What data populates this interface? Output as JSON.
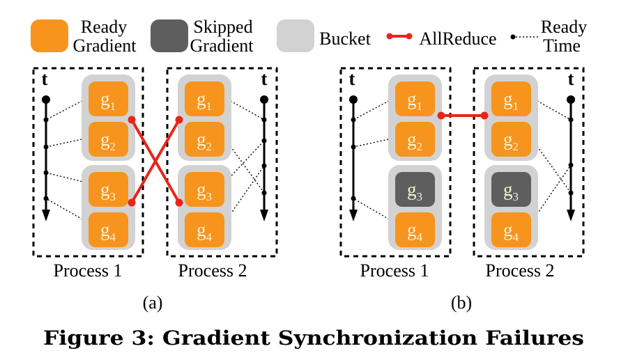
{
  "caption": "Figure 3: Gradient Synchronization Failures",
  "colors": {
    "ready_gradient": "#F7941D",
    "skipped_gradient": "#5E5E5E",
    "bucket": "#D2D2D2",
    "allreduce_red": "#E8251C",
    "ink": "#000000",
    "gradient_label": "#FBF2D5"
  },
  "legend": {
    "ready": {
      "line1": "Ready",
      "line2": "Gradient"
    },
    "skipped": {
      "line1": "Skipped",
      "line2": "Gradient"
    },
    "bucket": {
      "label": "Bucket"
    },
    "allreduce": {
      "label": "AllReduce"
    },
    "ready_time": {
      "line1": "Ready",
      "line2": "Time"
    }
  },
  "subfigure_a": {
    "tag": "(a)",
    "process1": {
      "label": "Process 1",
      "timeline_label": "t",
      "gradients": [
        {
          "base": "g",
          "sub": "1",
          "state": "ready"
        },
        {
          "base": "g",
          "sub": "2",
          "state": "ready"
        },
        {
          "base": "g",
          "sub": "3",
          "state": "ready"
        },
        {
          "base": "g",
          "sub": "4",
          "state": "ready"
        }
      ]
    },
    "process2": {
      "label": "Process 2",
      "timeline_label": "t",
      "gradients": [
        {
          "base": "g",
          "sub": "1",
          "state": "ready"
        },
        {
          "base": "g",
          "sub": "2",
          "state": "ready"
        },
        {
          "base": "g",
          "sub": "3",
          "state": "ready"
        },
        {
          "base": "g",
          "sub": "4",
          "state": "ready"
        }
      ]
    }
  },
  "subfigure_b": {
    "tag": "(b)",
    "process1": {
      "label": "Process 1",
      "timeline_label": "t",
      "gradients": [
        {
          "base": "g",
          "sub": "1",
          "state": "ready"
        },
        {
          "base": "g",
          "sub": "2",
          "state": "ready"
        },
        {
          "base": "g",
          "sub": "3",
          "state": "skipped"
        },
        {
          "base": "g",
          "sub": "4",
          "state": "ready"
        }
      ]
    },
    "process2": {
      "label": "Process 2",
      "timeline_label": "t",
      "gradients": [
        {
          "base": "g",
          "sub": "1",
          "state": "ready"
        },
        {
          "base": "g",
          "sub": "2",
          "state": "ready"
        },
        {
          "base": "g",
          "sub": "3",
          "state": "skipped"
        },
        {
          "base": "g",
          "sub": "4",
          "state": "ready"
        }
      ]
    }
  }
}
